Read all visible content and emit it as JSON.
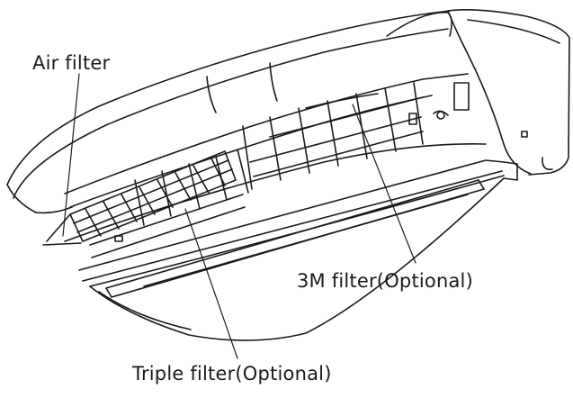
{
  "labels": {
    "air_filter": "Air filter",
    "threem_filter": "3M filter(Optional)",
    "triple_filter": "Triple filter(Optional)"
  },
  "colors": {
    "line": "#1a1a1a",
    "background": "#ffffff"
  }
}
